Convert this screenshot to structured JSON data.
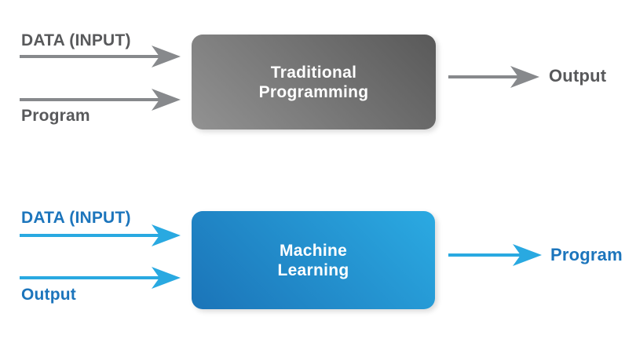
{
  "colors": {
    "background": "#ffffff",
    "gray_text": "#58595b",
    "gray_arrow": "#87898c",
    "gray_box_start": "#595959",
    "gray_box_end": "#929292",
    "blue_text": "#1c75bc",
    "blue_arrow": "#29a9e1",
    "blue_box_start": "#2baae2",
    "blue_box_end": "#1b74b8",
    "box_text": "#ffffff"
  },
  "top_flow": {
    "input1": "DATA (INPUT)",
    "input2": "Program",
    "box_line1": "Traditional",
    "box_line2": "Programming",
    "output": "Output"
  },
  "bottom_flow": {
    "input1": "DATA (INPUT)",
    "input2": "Output",
    "box_line1": "Machine",
    "box_line2": "Learning",
    "output": "Program"
  }
}
